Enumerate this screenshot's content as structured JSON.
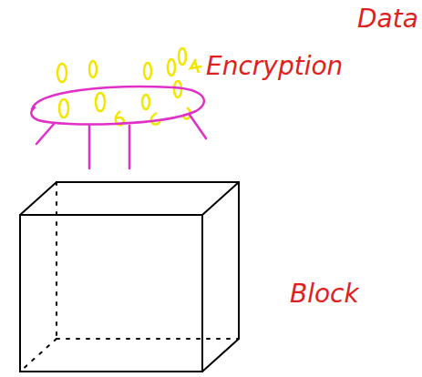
{
  "diagram": {
    "labels": [
      "Data",
      "Encryption",
      "Block"
    ]
  }
}
